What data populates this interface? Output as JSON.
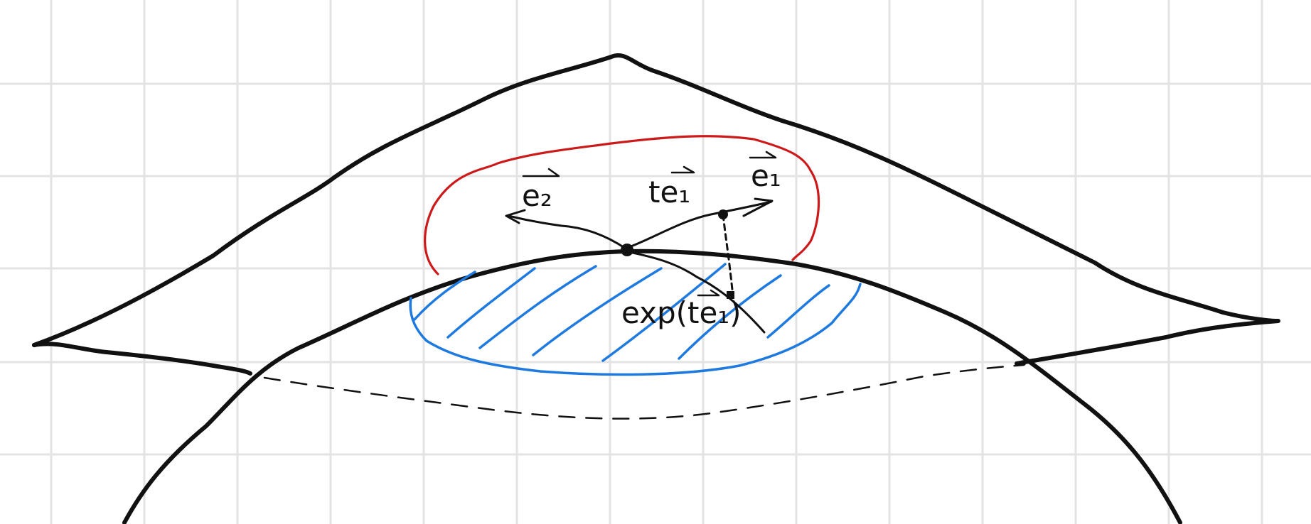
{
  "labels": {
    "e2": "e₂",
    "te1": "te₁",
    "e1": "e₁",
    "exp": "exp(te₁)"
  },
  "colors": {
    "background": "#ffffff",
    "grid": "#e3e3e3",
    "ink": "#111111",
    "plane": "#111111",
    "red_curve": "#cc1a1a",
    "blue_region": "#1f7ae0"
  }
}
